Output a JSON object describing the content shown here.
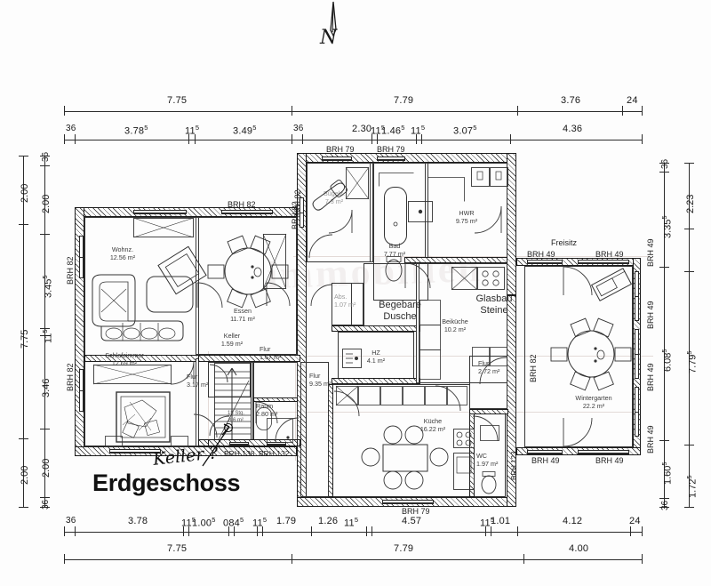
{
  "drawing": {
    "title": "Erdgeschoss",
    "north_label": "N",
    "north_icon": "north-arrow-icon",
    "annotation_handwritten": "Keller ?",
    "watermark": "immobilien"
  },
  "rooms": [
    {
      "id": "wohnz",
      "name": "Wohnz.",
      "area": "12.56 m²"
    },
    {
      "id": "schlafzimmer",
      "name": "Schlafzimmer",
      "area": "12.69 m²"
    },
    {
      "id": "essen",
      "name": "Essen",
      "area": "11.71 m²"
    },
    {
      "id": "flur-317",
      "name": "Flur",
      "area": "3.17 m²"
    },
    {
      "id": "keller",
      "name": "Keller",
      "area": "1.59 m²"
    },
    {
      "id": "flur-167",
      "name": "Flur",
      "area": "1.67 m²"
    },
    {
      "id": "raum",
      "name": "Raum",
      "area": "2.80 m²"
    },
    {
      "id": "buegelz",
      "name": "Bügelz.",
      "area": "7.3 m²"
    },
    {
      "id": "bad",
      "name": "Bad",
      "area": "7.77 m²"
    },
    {
      "id": "hwr",
      "name": "HWR",
      "area": "9.75 m²"
    },
    {
      "id": "abs",
      "name": "Abs.",
      "area": "1.07 m²"
    },
    {
      "id": "hz",
      "name": "HZ",
      "area": "4.1 m²"
    },
    {
      "id": "beikueche",
      "name": "Beiküche",
      "area": "10.2 m²"
    },
    {
      "id": "flur-935",
      "name": "Flur",
      "area": "9.35 m²"
    },
    {
      "id": "flur-272",
      "name": "Flur",
      "area": "2.72 m²"
    },
    {
      "id": "kueche",
      "name": "Küche",
      "area": "16.22 m²"
    },
    {
      "id": "wc",
      "name": "WC",
      "area": "1.97 m²"
    },
    {
      "id": "wintergarten",
      "name": "Wintergarten",
      "area": "22.2 m²"
    }
  ],
  "notes": {
    "begehbare_dusche_l1": "Begebare",
    "begehbare_dusche_l2": "Dusche",
    "glasbau_l1": "Glasbau",
    "glasbau_l2": "Steine",
    "freisitz": "Freisitz",
    "stairs": "18 Stg.",
    "stairs_area": "8.6 m²"
  },
  "brh": {
    "b82": "BRH 82",
    "b79": "BRH 79",
    "b49": "BRH 49",
    "b132": "BRH 132",
    "b138": "BRH 138",
    "b123": "BRH 123"
  },
  "dimensions": {
    "top_row1": [
      {
        "value": "7.75",
        "sup": ""
      },
      {
        "value": "7.79",
        "sup": ""
      },
      {
        "value": "3.76",
        "sup": ""
      },
      {
        "value": "24",
        "sup": ""
      }
    ],
    "top_row2": [
      {
        "value": "36",
        "sup": ""
      },
      {
        "value": "3.78",
        "sup": "5"
      },
      {
        "value": "11",
        "sup": "5"
      },
      {
        "value": "3.49",
        "sup": "5"
      },
      {
        "value": "36",
        "sup": ""
      },
      {
        "value": "2.30",
        "sup": ""
      },
      {
        "value": "11",
        "sup": "5"
      },
      {
        "value": "1.46",
        "sup": "5"
      },
      {
        "value": "11",
        "sup": "5"
      },
      {
        "value": "3.07",
        "sup": "5"
      },
      {
        "value": "4.36",
        "sup": ""
      }
    ],
    "bottom_row1": [
      {
        "value": "36",
        "sup": ""
      },
      {
        "value": "3.78",
        "sup": ""
      },
      {
        "value": "11",
        "sup": "5"
      },
      {
        "value": "1.00",
        "sup": "5"
      },
      {
        "value": "084",
        "sup": "5"
      },
      {
        "value": "11",
        "sup": "5"
      },
      {
        "value": "1.79",
        "sup": ""
      },
      {
        "value": "1.26",
        "sup": ""
      },
      {
        "value": "11",
        "sup": "5"
      },
      {
        "value": "4.57",
        "sup": ""
      },
      {
        "value": "11",
        "sup": "5"
      },
      {
        "value": "1.01",
        "sup": ""
      },
      {
        "value": "4.12",
        "sup": ""
      },
      {
        "value": "24",
        "sup": ""
      }
    ],
    "bottom_row2": [
      {
        "value": "7.75",
        "sup": ""
      },
      {
        "value": "7.79",
        "sup": ""
      },
      {
        "value": "4.00",
        "sup": ""
      }
    ],
    "left_inner": [
      {
        "value": "36",
        "sup": ""
      },
      {
        "value": "2.00",
        "sup": ""
      },
      {
        "value": "3.45",
        "sup": "5"
      },
      {
        "value": "11",
        "sup": "5"
      },
      {
        "value": "3.46",
        "sup": ""
      },
      {
        "value": "2.00",
        "sup": ""
      },
      {
        "value": "36",
        "sup": ""
      }
    ],
    "left_outer": [
      {
        "value": "2.00",
        "sup": ""
      },
      {
        "value": "7.75",
        "sup": ""
      },
      {
        "value": "2.00",
        "sup": ""
      }
    ],
    "right_inner": [
      {
        "value": "36",
        "sup": ""
      },
      {
        "value": "3.35",
        "sup": "5"
      },
      {
        "value": "6.08",
        "sup": "5"
      },
      {
        "value": "1.60",
        "sup": "5"
      },
      {
        "value": "36",
        "sup": ""
      }
    ],
    "right_outer": [
      {
        "value": "2.23",
        "sup": ""
      },
      {
        "value": "7.79",
        "sup": "5"
      },
      {
        "value": "1.72",
        "sup": "5"
      }
    ]
  }
}
